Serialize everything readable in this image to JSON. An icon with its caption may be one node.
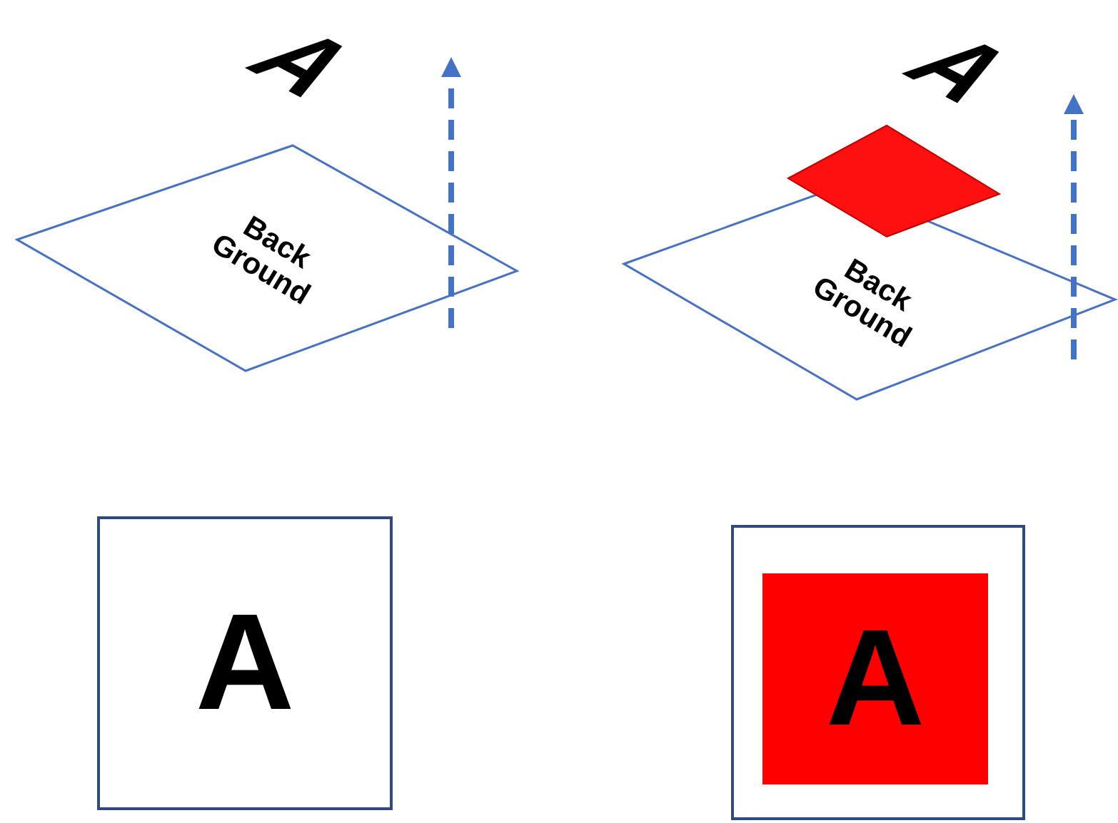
{
  "diagram": {
    "nodes": [
      {
        "text": [
          "Back Ground"
        ]
      },
      {
        "text": [
          "Back Ground"
        ]
      },
      {
        "text": [
          "A"
        ]
      },
      {
        "text": [],
        "shape": "box"
      },
      {
        "text": [
          "A"
        ],
        "in": 3
      }
    ],
    "labels": [
      "A",
      "A"
    ]
  }
}
